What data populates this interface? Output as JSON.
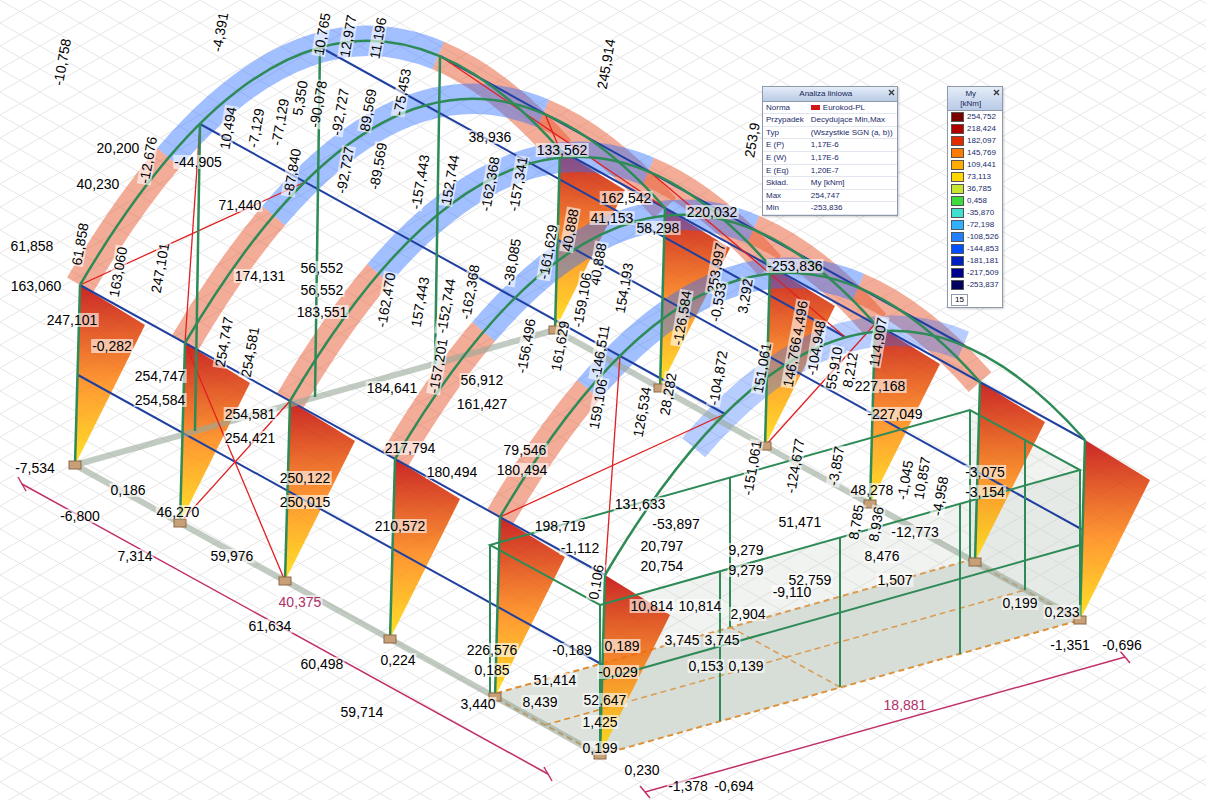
{
  "diagram": {
    "nodes": [
      {
        "text": [
          "Analiza liniowa",
          "Norma",
          "Eurokod-PL",
          "Przypadek",
          "Decydujące Min,Max",
          "Typ",
          "(Wszystkie SGN (a, b))",
          "E (P)",
          "1,17E-6",
          "E (W)",
          "1,17E-6",
          "E (Eq)",
          "1,20E-7",
          "Skład.",
          "My [kNm]",
          "Max",
          "254,747",
          "Min",
          "-253,836"
        ]
      },
      {
        "text": [
          "My [kNm]"
        ]
      }
    ],
    "labels": [
      "-10,758",
      "-4,391",
      "10,765",
      "12,977",
      "11,196",
      "-75,453",
      "38,936",
      "133,562",
      "245,914",
      "162,542",
      "41,153",
      "220,032",
      "253,997",
      "253,9",
      "-253,836",
      "4,496",
      "114,907",
      "227,168",
      "-227,049",
      "20,200",
      "-12,676",
      "10,494",
      "-7,129",
      "-77,129",
      "5,350",
      "-90,078",
      "-92,727",
      "89,569",
      "-87,840",
      "-92,727",
      "-89,569",
      "-44,905",
      "40,230",
      "71,440",
      "61,858",
      "61,858",
      "163,060",
      "163,060",
      "247,101",
      "247,101",
      "174,131",
      "56,552",
      "56,552",
      "183,551",
      "254,747",
      "254,581",
      "-162,470",
      "157,443",
      "-152,744",
      "-157,443",
      "152,744",
      "-162,368",
      "-162,368",
      "-157,341",
      "-157,201",
      "-38,085",
      "-161,629",
      "40,888",
      "40,888",
      "58,298",
      "-159,106",
      "154,193",
      "-126,584",
      "-0,533",
      "3,292",
      "56,912",
      "161,427",
      "184,641",
      "217,794",
      "-156,496",
      "161,629",
      "-146,511",
      "159,106",
      "126,534",
      "28,282",
      "-104,872",
      "151,061",
      "146,766",
      "-104,948",
      "55,910",
      "8,212",
      "-0,282",
      "254,747",
      "254,584",
      "254,581",
      "254,421",
      "250,122",
      "250,015",
      "180,494",
      "180,494",
      "79,546",
      "210,572",
      "198,719",
      "131,633",
      "-1,112",
      "-151,061",
      "-124,677",
      "-53,897",
      "48,278",
      "-3,857",
      "8,785",
      "8,936",
      "-1,045",
      "10,857",
      "-4,958",
      "-3,075",
      "-3,154",
      "51,471",
      "-12,773",
      "8,476",
      "52,759",
      "1,507",
      "0,199",
      "0,233",
      "-1,351",
      "-0,696",
      "-7,534",
      "0,186",
      "-6,800",
      "46,270",
      "7,314",
      "59,976",
      "40,375",
      "61,634",
      "60,498",
      "0,224",
      "59,714",
      "226,576",
      "0,185",
      "3,440",
      "51,414",
      "-0,189",
      "0,189",
      "-0,029",
      "8,439",
      "52,647",
      "1,425",
      "0,199",
      "0,230",
      "-1,378",
      "-0,694",
      "0,106",
      "20,797",
      "20,754",
      "9,279",
      "9,279",
      "-9,110",
      "2,904",
      "10,814",
      "10,814",
      "3,745",
      "3,745",
      "0,153",
      "0,139",
      "18,881",
      "15"
    ],
    "legend": [
      {
        "text": "254,752",
        "color": "#7a0000"
      },
      {
        "text": "218,424",
        "color": "#b00000"
      },
      {
        "text": "182,097",
        "color": "#e02a00"
      },
      {
        "text": "145,769",
        "color": "#ff7a00"
      },
      {
        "text": "109,441",
        "color": "#ffab00"
      },
      {
        "text": "73,113",
        "color": "#ffd800"
      },
      {
        "text": "36,785",
        "color": "#c6e632"
      },
      {
        "text": "0,458",
        "color": "#3cdc3c"
      },
      {
        "text": "-35,870",
        "color": "#40e0d0"
      },
      {
        "text": "-72,198",
        "color": "#30b0ff"
      },
      {
        "text": "-108,526",
        "color": "#2080ff"
      },
      {
        "text": "-144,853",
        "color": "#0050ff"
      },
      {
        "text": "-181,181",
        "color": "#0020c0"
      },
      {
        "text": "-217,509",
        "color": "#000090"
      },
      {
        "text": "-253,837",
        "color": "#000060"
      }
    ]
  }
}
